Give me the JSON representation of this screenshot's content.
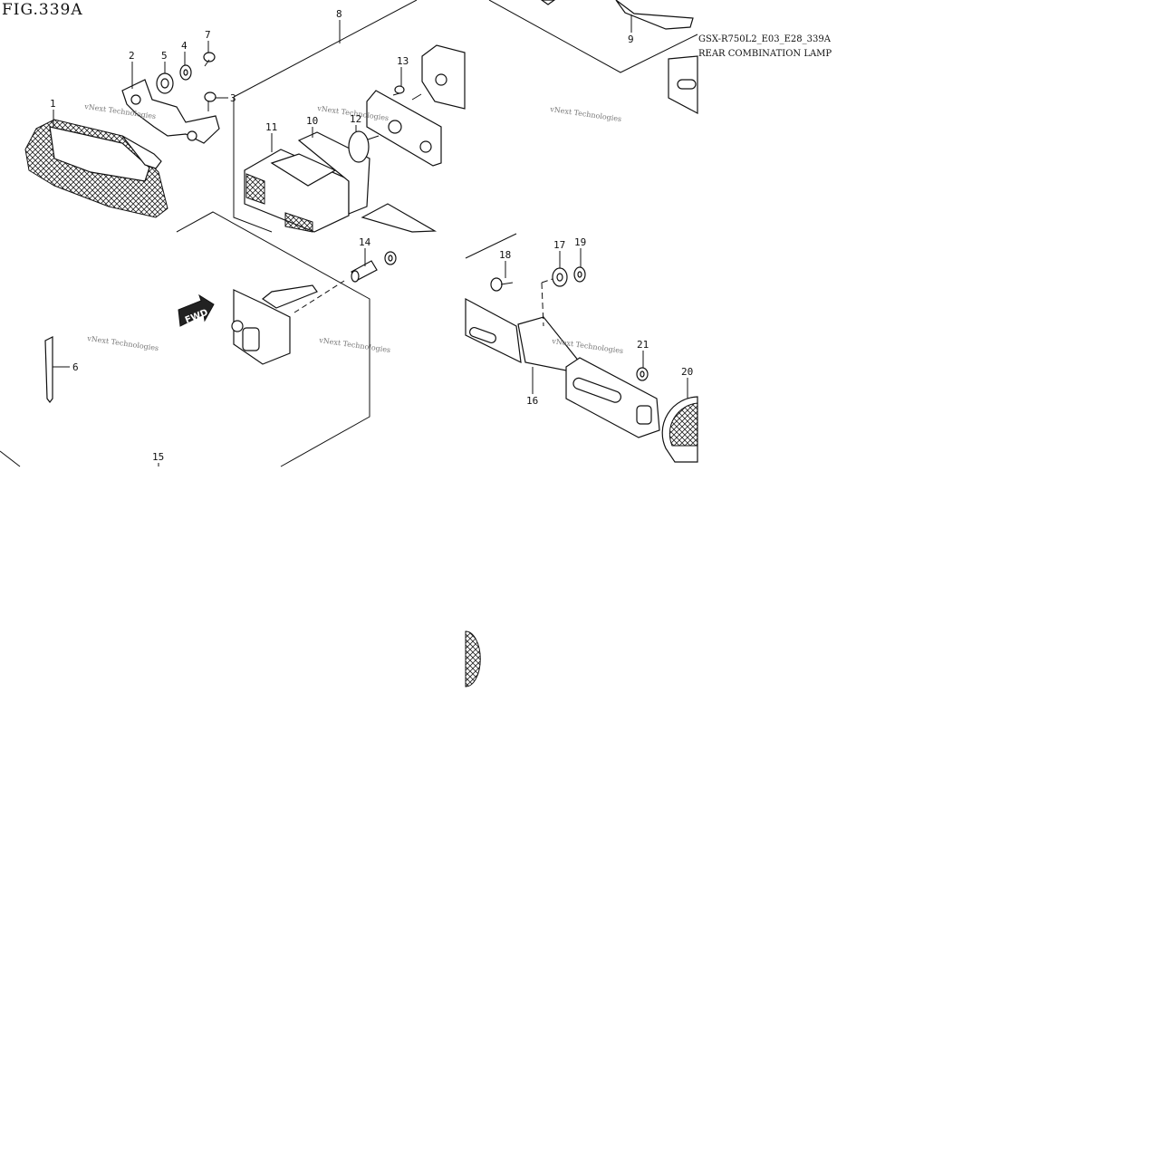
{
  "figure": {
    "title": "FIG.339A",
    "code": "GSX-R750L2_E03_E28_339A",
    "name": "REAR COMBINATION LAMP"
  },
  "watermark": {
    "text": "vNext Technologies"
  },
  "fwd_label": "FWD",
  "callouts": [
    {
      "num": "1"
    },
    {
      "num": "2"
    },
    {
      "num": "3"
    },
    {
      "num": "4"
    },
    {
      "num": "5"
    },
    {
      "num": "6"
    },
    {
      "num": "7"
    },
    {
      "num": "8"
    },
    {
      "num": "9"
    },
    {
      "num": "10"
    },
    {
      "num": "11"
    },
    {
      "num": "12"
    },
    {
      "num": "13"
    },
    {
      "num": "14"
    },
    {
      "num": "15"
    },
    {
      "num": "16"
    },
    {
      "num": "17"
    },
    {
      "num": "18"
    },
    {
      "num": "19"
    },
    {
      "num": "20"
    },
    {
      "num": "21"
    }
  ]
}
